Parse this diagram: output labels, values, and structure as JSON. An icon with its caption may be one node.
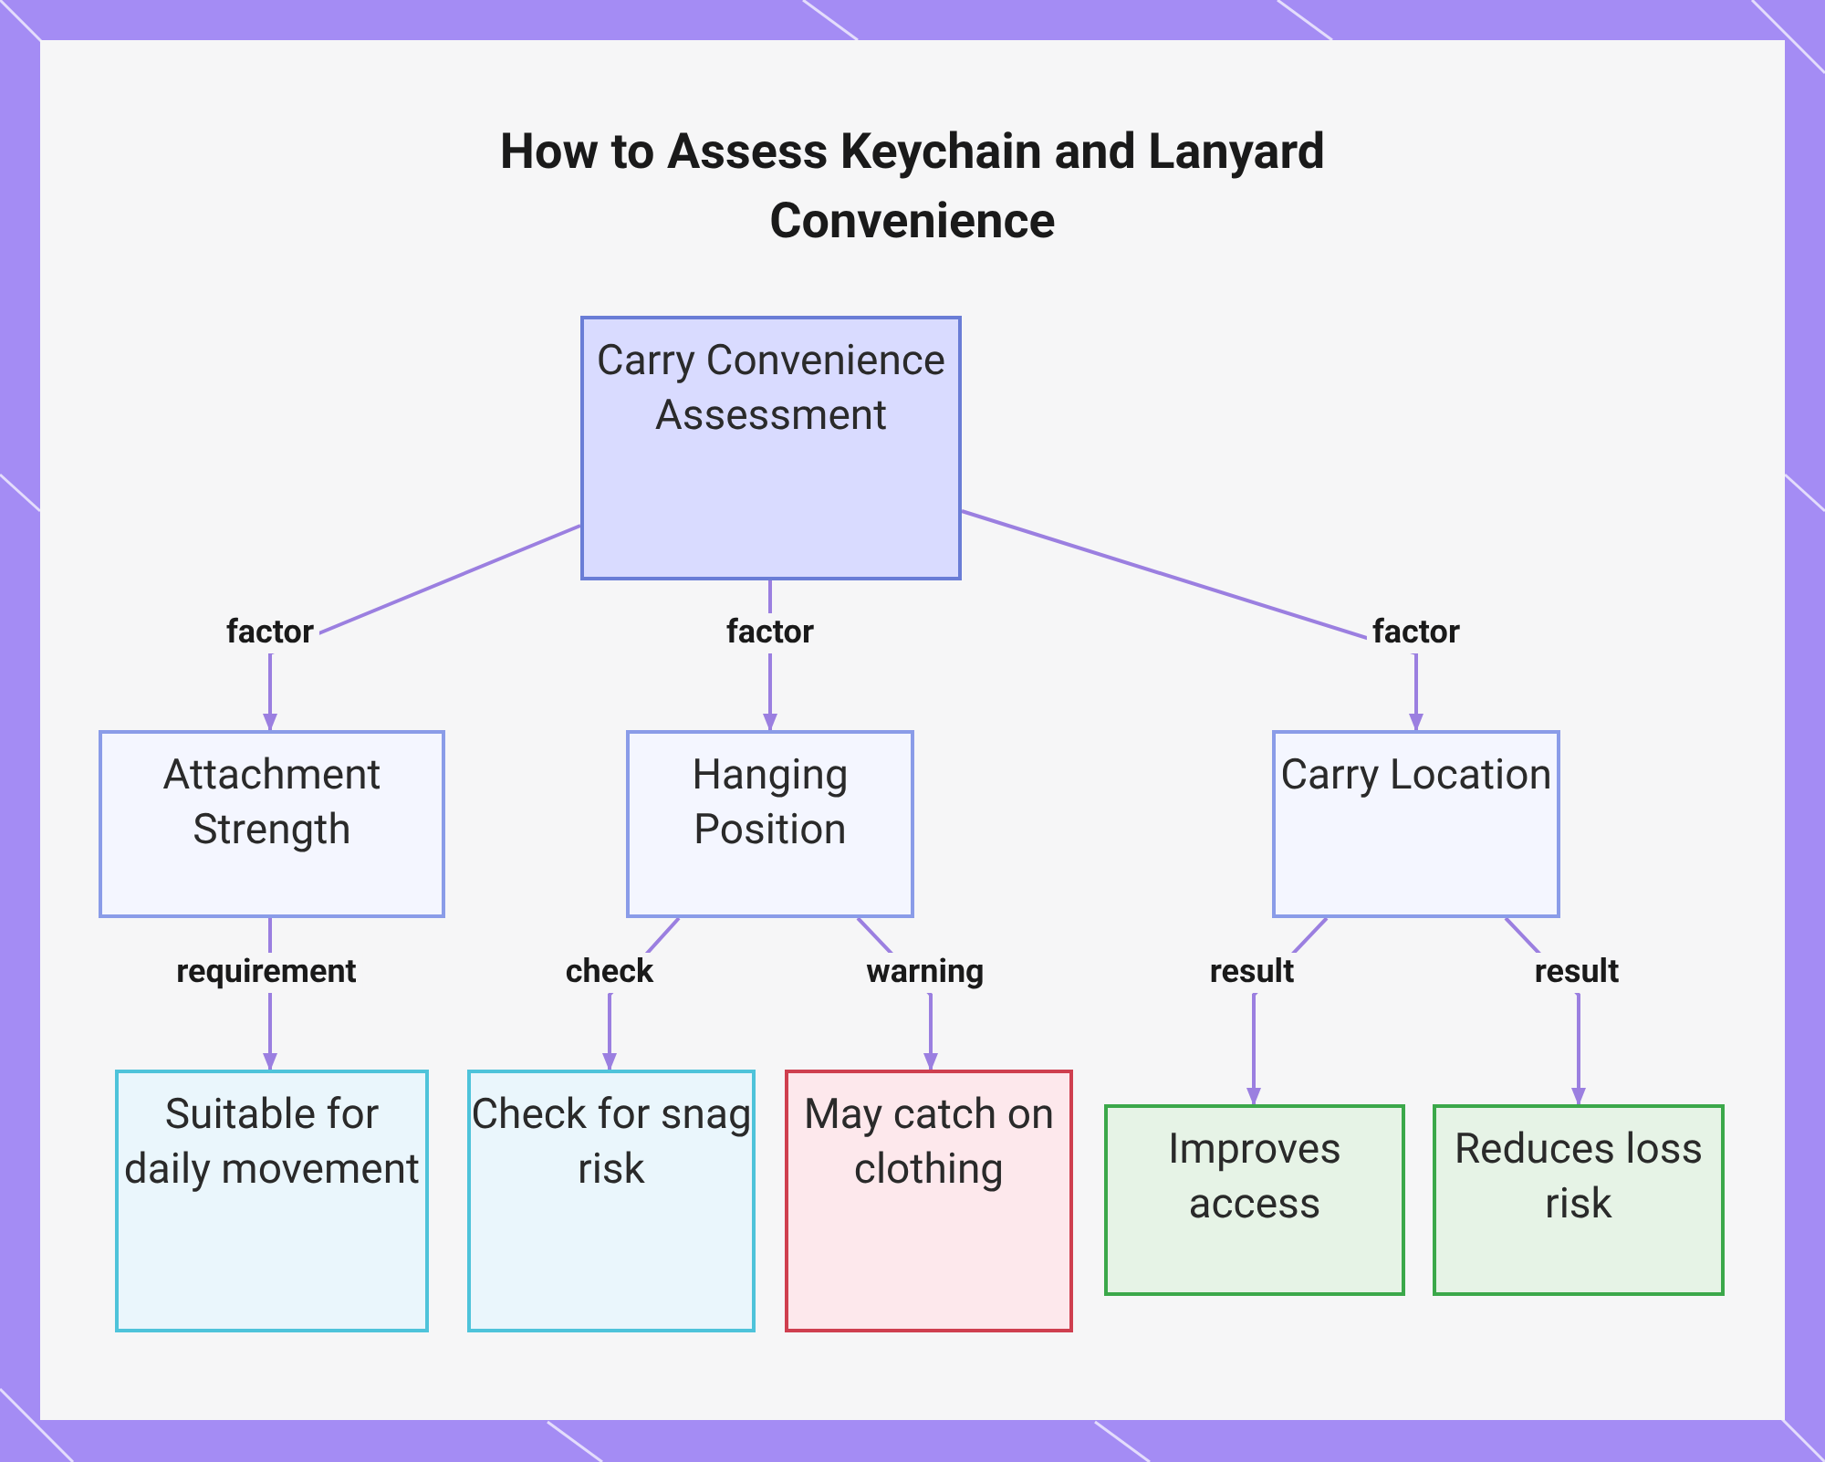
{
  "diagram": {
    "title": "How to Assess Keychain and Lanyard Convenience",
    "nodes": [
      {
        "text": [
          "Carry Convenience Assessment"
        ]
      },
      {
        "text": [
          "Attachment Strength"
        ]
      },
      {
        "text": [
          "Hanging Position"
        ]
      },
      {
        "text": [
          "Carry Location"
        ]
      },
      {
        "text": [
          "Suitable for daily movement"
        ]
      },
      {
        "text": [
          "Check for snag risk"
        ]
      },
      {
        "text": [
          "May catch on clothing"
        ]
      },
      {
        "text": [
          "Improves access"
        ]
      },
      {
        "text": [
          "Reduces loss risk"
        ]
      }
    ],
    "edges": [
      {
        "from": 0,
        "to": 1,
        "arrow": "to",
        "label": "factor"
      },
      {
        "from": 0,
        "to": 2,
        "arrow": "to",
        "label": "factor"
      },
      {
        "from": 0,
        "to": 3,
        "arrow": "to",
        "label": "factor"
      },
      {
        "from": 1,
        "to": 4,
        "arrow": "to",
        "label": "requirement"
      },
      {
        "from": 2,
        "to": 5,
        "arrow": "to",
        "label": "check"
      },
      {
        "from": 2,
        "to": 6,
        "arrow": "to",
        "label": "warning"
      },
      {
        "from": 3,
        "to": 7,
        "arrow": "to",
        "label": "result"
      },
      {
        "from": 3,
        "to": 8,
        "arrow": "to",
        "label": "result"
      }
    ]
  }
}
